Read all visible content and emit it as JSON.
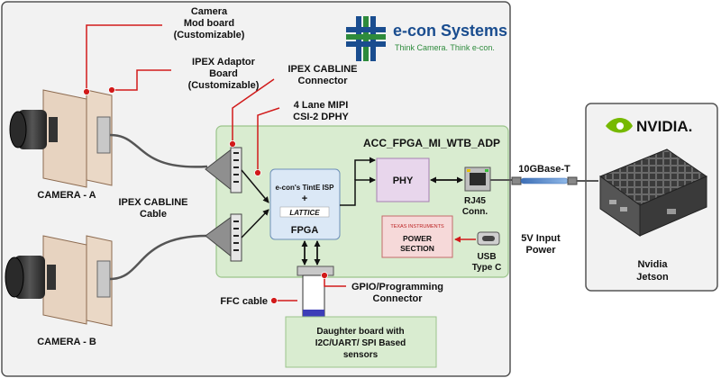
{
  "brand": {
    "name": "e-con Systems",
    "tagline": "Think Camera. Think e-con."
  },
  "labels": {
    "camera_mod_board": [
      "Camera",
      "Mod board",
      "(Customizable)"
    ],
    "ipex_adaptor_board": [
      "IPEX Adaptor",
      "Board",
      "(Customizable)"
    ],
    "ipex_cabline_connector": [
      "IPEX CABLINE",
      "Connector"
    ],
    "mipi": [
      "4 Lane MIPI",
      "CSI-2 DPHY"
    ],
    "camera_a": "CAMERA - A",
    "camera_b": "CAMERA - B",
    "ipex_cabline_cable": [
      "IPEX CABLINE",
      "Cable"
    ],
    "ffc_cable": "FFC cable",
    "gpio": [
      "GPIO/Programming",
      "Connector"
    ],
    "board_name": "ACC_FPGA_MI_WTB_ADP",
    "isp": "e-con's TintE ISP",
    "plus": "+",
    "lattice": "LATTICE",
    "fpga": "FPGA",
    "phy": "PHY",
    "rj45": [
      "RJ45",
      "Conn."
    ],
    "ti_brand": "TEXAS INSTRUMENTS",
    "power_section": [
      "POWER",
      "SECTION"
    ],
    "usb": [
      "USB",
      "Type C"
    ],
    "input_power": [
      "5V Input",
      "Power"
    ],
    "link": "10GBase-T",
    "nvidia_brand": "NVIDIA.",
    "jetson": [
      "Nvidia",
      "Jetson"
    ],
    "daughter": [
      "Daughter board with",
      "I2C/UART/ SPI Based",
      "sensors"
    ]
  },
  "colors": {
    "board_green": "#d9ecd0",
    "board_border": "#9ac48a",
    "fpga_fill": "#dbe8f6",
    "phy_fill": "#e8d6ec",
    "power_fill": "#f6d9d9",
    "callout_red": "#d11a1a",
    "brand_blue": "#1a4d8f",
    "nvidia_green": "#76b900"
  }
}
